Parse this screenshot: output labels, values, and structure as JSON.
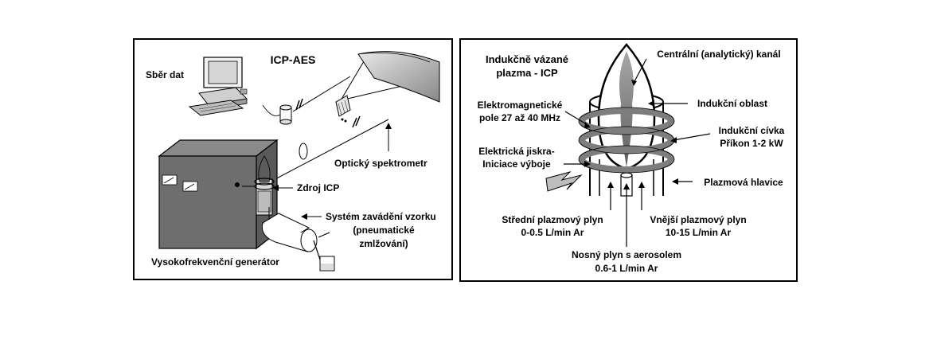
{
  "left_panel": {
    "title": "ICP-AES",
    "labels": {
      "data_collection": "Sběr dat",
      "optical_spectrometer": "Optický spektrometr",
      "icp_source": "Zdroj ICP",
      "sample_intro_1": "Systém zavádění vzorku",
      "sample_intro_2": "(pneumatické",
      "sample_intro_3": "zmlžování)",
      "rf_generator": "Vysokofrekvenční generátor"
    }
  },
  "right_panel": {
    "title_1": "Indukčně vázané",
    "title_2": "plazma - ICP",
    "labels": {
      "central_channel": "Centrální (analytický) kanál",
      "induction_zone": "Indukční oblast",
      "em_field_1": "Elektromagnetické",
      "em_field_2": "pole 27 až 40 MHz",
      "coil_1": "Indukční cívka",
      "coil_2": "Příkon 1-2 kW",
      "spark_1": "Elektrická jiskra-",
      "spark_2": "Iniciace výboje",
      "torch": "Plazmová hlavice",
      "middle_gas_1": "Střední plazmový plyn",
      "middle_gas_2": "0-0.5 L/min Ar",
      "outer_gas_1": "Vnější plazmový plyn",
      "outer_gas_2": "10-15 L/min Ar",
      "carrier_gas_1": "Nosný plyn s aerosolem",
      "carrier_gas_2": "0.6-1 L/min Ar"
    }
  }
}
